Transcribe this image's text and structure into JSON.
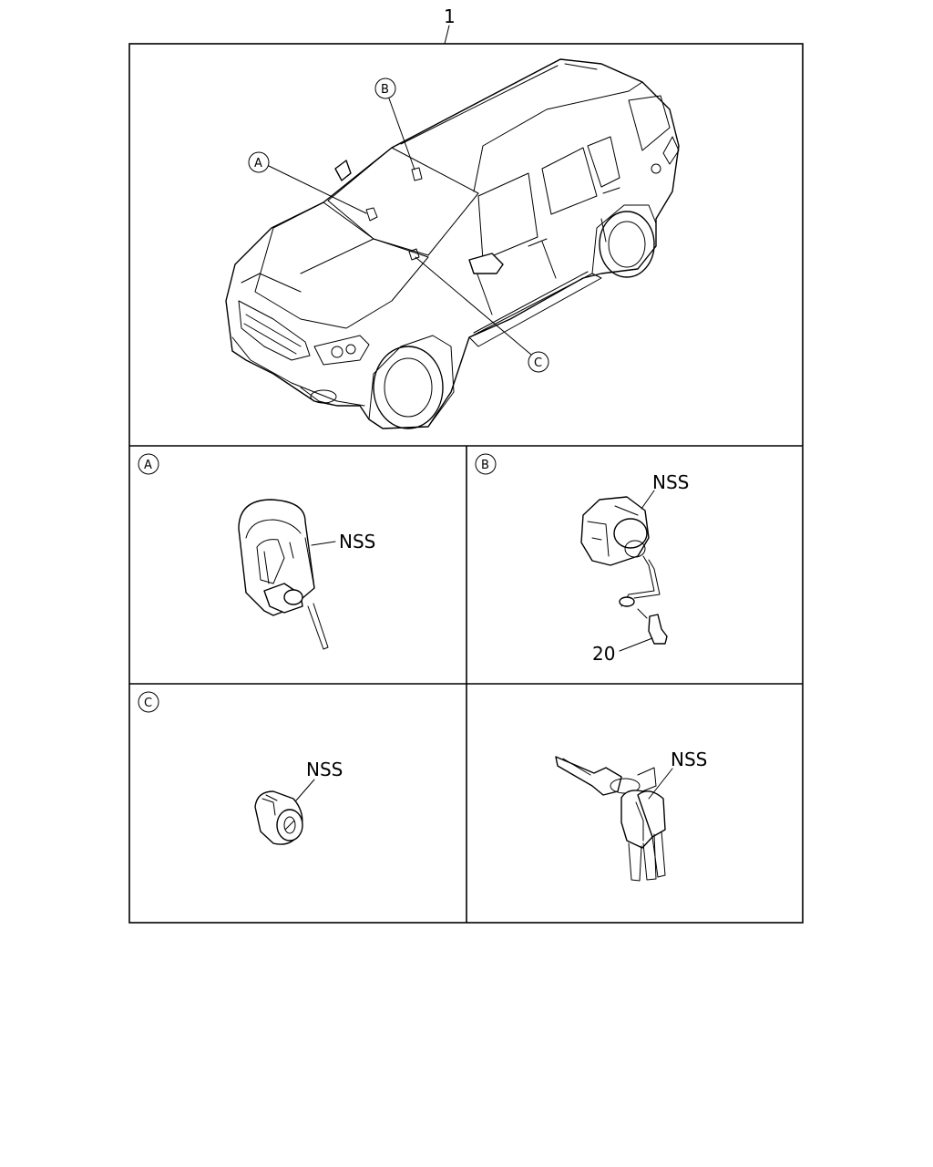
{
  "diagram": {
    "assembly_callout": "1",
    "callouts": {
      "a": "A",
      "b": "B",
      "c": "C"
    },
    "part_labels": {
      "a_nss": "NSS",
      "b_nss": "NSS",
      "b_part": "20",
      "c_nss": "NSS",
      "keys_nss": "NSS"
    }
  }
}
